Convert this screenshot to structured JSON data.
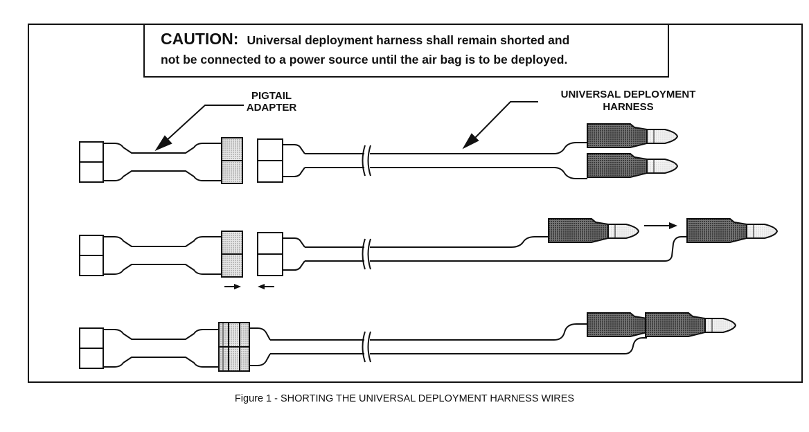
{
  "caution": {
    "heading": "CAUTION:",
    "line1_rest": "Universal deployment harness shall remain shorted and",
    "line2": "not be connected to a power source until the air bag is to be deployed."
  },
  "labels": {
    "pigtail_line1": "PIGTAIL",
    "pigtail_line2": "ADAPTER",
    "harness_line1": "UNIVERSAL DEPLOYMENT",
    "harness_line2": "HARNESS"
  },
  "caption": "Figure 1 - SHORTING THE UNIVERSAL DEPLOYMENT HARNESS WIRES",
  "colors": {
    "ink": "#111111",
    "connector_fill": "#d9d9d9",
    "plug_fill": "#555555",
    "background": "#ffffff"
  }
}
